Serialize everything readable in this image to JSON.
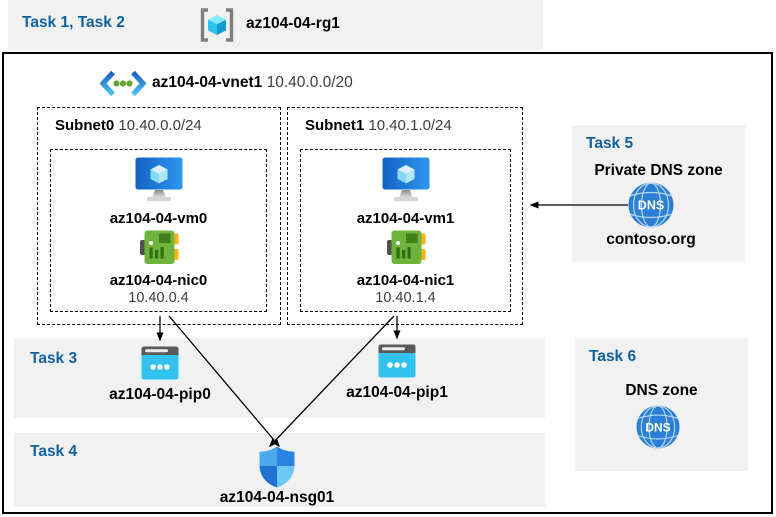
{
  "header": {
    "tasks_label": "Task 1, Task 2",
    "rg_name": "az104-04-rg1"
  },
  "vnet": {
    "name": "az104-04-vnet1",
    "cidr": "10.40.0.0/20"
  },
  "subnets": [
    {
      "name": "Subnet0",
      "cidr": "10.40.0.0/24",
      "vm_name": "az104-04-vm0",
      "nic_name": "az104-04-nic0",
      "nic_ip": "10.40.0.4"
    },
    {
      "name": "Subnet1",
      "cidr": "10.40.1.0/24",
      "vm_name": "az104-04-vm1",
      "nic_name": "az104-04-nic1",
      "nic_ip": "10.40.1.4"
    }
  ],
  "task3": {
    "label": "Task 3",
    "pip0_name": "az104-04-pip0",
    "pip1_name": "az104-04-pip1"
  },
  "task4": {
    "label": "Task 4",
    "nsg_name": "az104-04-nsg01"
  },
  "task5": {
    "label": "Task 5",
    "title": "Private DNS zone",
    "zone_name": "contoso.org",
    "dns_badge": "DNS"
  },
  "task6": {
    "label": "Task 6",
    "title": "DNS zone",
    "dns_badge": "DNS"
  },
  "colors": {
    "task_label_blue": "#10609f",
    "panel_gray": "#f1f1f2",
    "muted_text": "#3d3d3d",
    "arrow_black": "#000000"
  }
}
